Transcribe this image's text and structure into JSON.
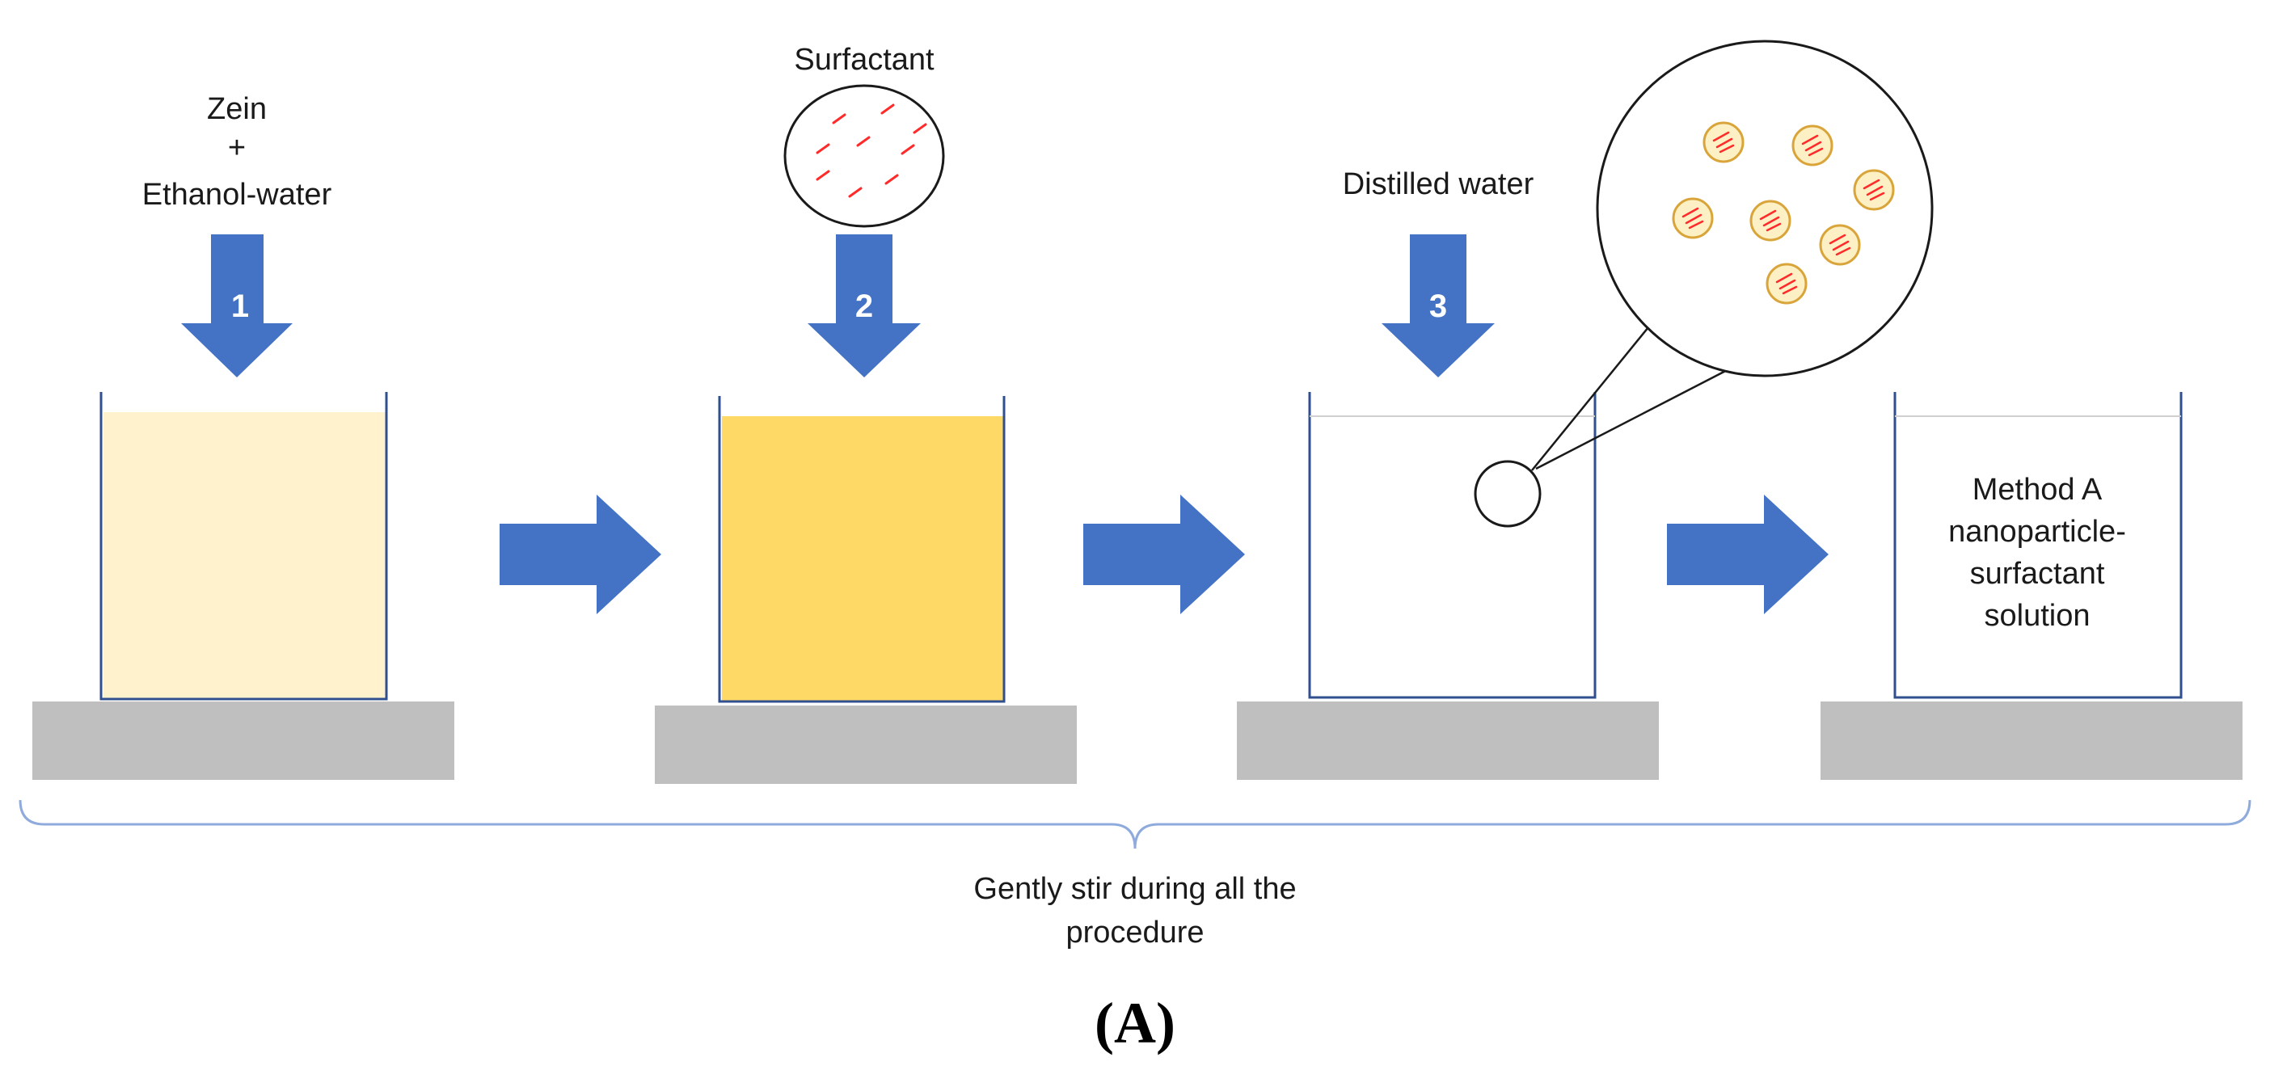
{
  "steps": [
    {
      "number": "1",
      "label_lines": [
        "Zein",
        "+",
        "Ethanol-water"
      ]
    },
    {
      "number": "2",
      "label_lines": [
        "Surfactant"
      ]
    },
    {
      "number": "3",
      "label_lines": [
        "Distilled water"
      ]
    }
  ],
  "result_lines": [
    "Method A",
    "nanoparticle-",
    "surfactant",
    "solution"
  ],
  "brace_caption_lines": [
    "Gently stir during all the",
    "procedure"
  ],
  "panel_caption": "(A)",
  "colors": {
    "arrow": "#4472c4",
    "beaker_outline": "#2f4f8f",
    "zein_solution": "#fff2cc",
    "surfactant_solution": "#ffd966",
    "stir_plate": "#bfbfbf",
    "surfactant_dash": "#ff2a2a",
    "nanoparticle_fill": "#fdf0c4",
    "nanoparticle_border": "#d9a53a",
    "brace": "#8faadc"
  }
}
